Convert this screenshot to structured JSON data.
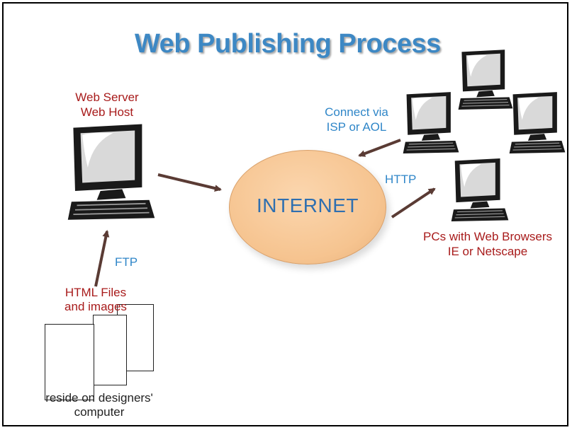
{
  "title": "Web Publishing Process",
  "server_label": {
    "line1": "Web Server",
    "line2": "Web Host"
  },
  "internet_label": "INTERNET",
  "connect_label": {
    "line1": "Connect via",
    "line2": "ISP or AOL"
  },
  "http_label": "HTTP",
  "ftp_label": "FTP",
  "pcs_label": {
    "line1": "PCs with Web Browsers",
    "line2": "IE or Netscape"
  },
  "files_label": {
    "line1": "HTML Files",
    "line2": "and images"
  },
  "reside_label": {
    "line1": "reside on designers'",
    "line2": "computer"
  },
  "colors": {
    "title": "#3d88c4",
    "red_text": "#a81b1b",
    "blue_text": "#2f86c8",
    "cloud": "#f6c490",
    "arrow": "#5a3b34"
  },
  "icons": [
    "computer-icon",
    "document-icon",
    "arrow-icon"
  ]
}
